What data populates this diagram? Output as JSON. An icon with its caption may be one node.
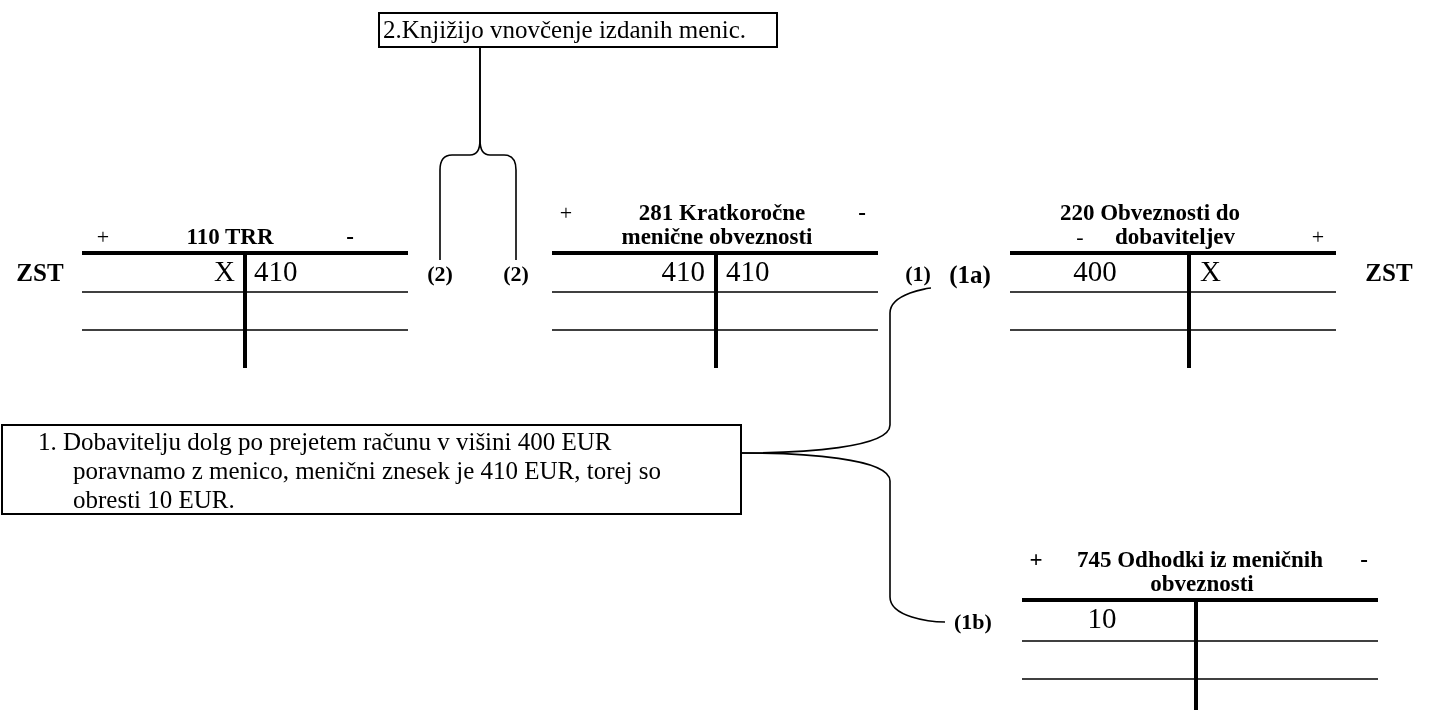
{
  "diagram": {
    "nodes": [
      {
        "text": [
          "2.Knjižijo vnovčenje izdanih menic."
        ]
      },
      {
        "text": [
          "(2)"
        ]
      },
      {
        "text": [
          "(2)"
        ]
      },
      {
        "text": [
          "1. Dobavitelju dolg po prejetem računu v višini 400 EUR poravnamo z menico, menični znesek je 410 EUR, torej so obresti 10 EUR."
        ]
      },
      {
        "text": [
          "(1)"
        ]
      },
      {
        "text": [
          "(1b)"
        ]
      },
      {
        "text": [
          "+",
          "110 TRR",
          "-",
          "X",
          "410"
        ]
      },
      {
        "text": [
          "+",
          "281 Kratkoročne",
          "-",
          "menične obveznosti",
          "410",
          "410"
        ]
      },
      {
        "text": [
          "220 Obveznosti do",
          "-",
          "dobaviteljev",
          "+",
          "400",
          "X"
        ]
      },
      {
        "text": [
          "+",
          "745 Odhodki iz meničnih",
          "-",
          "obveznosti",
          "10"
        ]
      }
    ],
    "edges": [
      {
        "from": 0,
        "to": 1,
        "arrow": "none"
      },
      {
        "from": 0,
        "to": 2,
        "arrow": "none"
      },
      {
        "from": 3,
        "to": 4,
        "arrow": "none"
      },
      {
        "from": 3,
        "to": 5,
        "arrow": "none"
      }
    ],
    "labels": [
      "ZST",
      "(1a)",
      "ZST"
    ]
  }
}
